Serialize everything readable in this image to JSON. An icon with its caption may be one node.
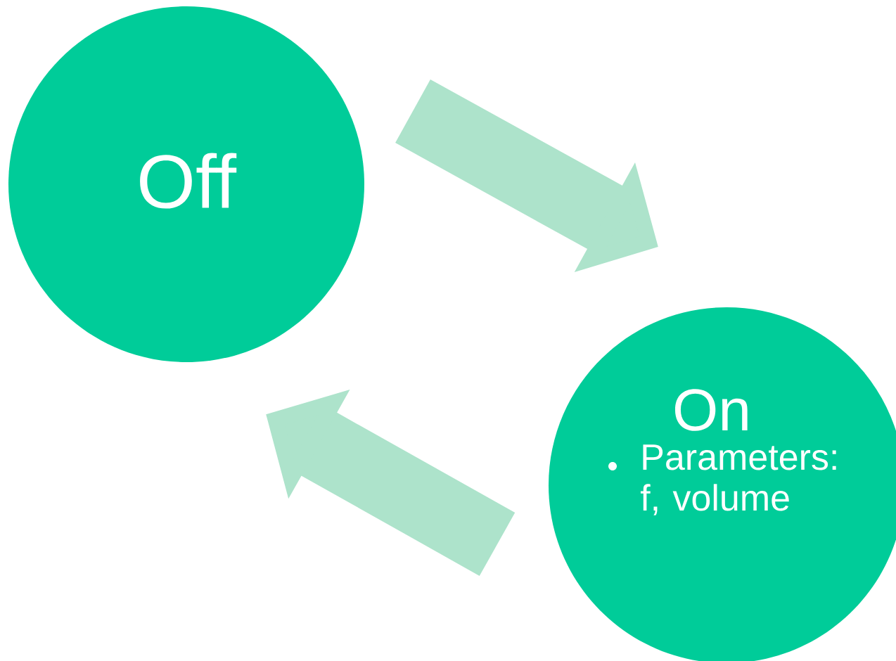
{
  "diagram": {
    "nodes": [
      {
        "text": [
          "Off"
        ]
      },
      {
        "text": [
          "On",
          "Parameters: f, volume"
        ]
      }
    ],
    "edges": [
      {
        "from": 0,
        "to": 1,
        "arrow": "to"
      },
      {
        "from": 1,
        "to": 0,
        "arrow": "to"
      }
    ]
  }
}
